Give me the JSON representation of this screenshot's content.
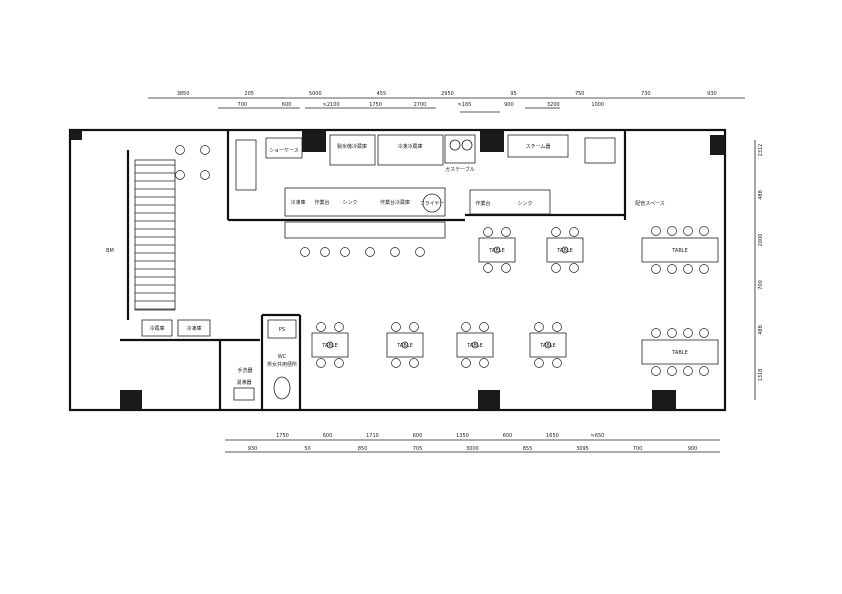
{
  "title": "店舗平面図",
  "dimensions": {
    "top_row1": [
      "3850",
      "205",
      "5000",
      "455",
      "2950",
      "95",
      "750",
      "730",
      "930"
    ],
    "top_row2": [
      "700",
      "600",
      "≒2100",
      "1750",
      "2700",
      "≒165",
      "900",
      "3200",
      "1000"
    ],
    "bottom_row1": [
      "1750",
      "600",
      "1710",
      "600",
      "1350",
      "600",
      "1650",
      "≒650"
    ],
    "bottom_row2": [
      "930",
      "50",
      "850",
      "705",
      "3000",
      "855",
      "3095",
      "700",
      "900"
    ],
    "right": [
      "2312",
      "488",
      "2000",
      "700",
      "488",
      "1318"
    ]
  },
  "rooms": {
    "stair": "BM",
    "storage1": "冷蔵庫",
    "storage2": "冷凍庫",
    "ps": "PS",
    "wc": "WC",
    "wc_sub": "男女共用便所",
    "hand_wash": "手洗器",
    "water_heater": "湯沸器",
    "steam": "スチーム器",
    "counter1": "冷凍庫",
    "counter2": "作業台",
    "counter3": "シンク",
    "counter4": "作業台冷蔵庫",
    "cook1": "作業台",
    "cook2": "シンク",
    "gas": "ガステーブル",
    "fryer": "フライヤー",
    "showcase": "ショーケース",
    "pipe_room": "配管スペース",
    "upper1": "製氷機冷蔵庫",
    "upper2": "冷凍冷蔵庫"
  },
  "table_label": "TABLE"
}
